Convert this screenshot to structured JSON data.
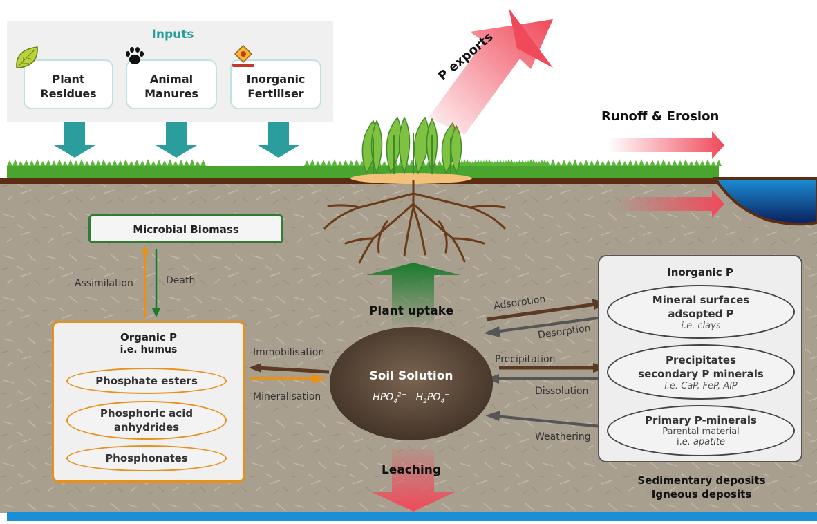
{
  "inputs": {
    "title": "Inputs",
    "items": [
      {
        "label": "Plant\nResidues",
        "icon": "leaf-icon"
      },
      {
        "label": "Animal\nManures",
        "icon": "paw-icon"
      },
      {
        "label": "Inorganic\nFertiliser",
        "icon": "fertiliser-icon"
      }
    ]
  },
  "exports": {
    "p_exports": "P exports",
    "runoff": "Runoff & Erosion"
  },
  "microbial": {
    "label": "Microbial Biomass",
    "assimilation": "Assimilation",
    "death": "Death"
  },
  "organic": {
    "title": "Organic P",
    "subtitle": "i.e. humus",
    "items": [
      "Phosphate esters",
      "Phosphoric acid\nanhydrides",
      "Phosphonates"
    ]
  },
  "solution": {
    "title": "Soil Solution",
    "ion1": "HPO",
    "ion1_sub": "4",
    "ion1_sup": "2−",
    "ion2": "H",
    "ion2_sub1": "2",
    "ion2_mid": "PO",
    "ion2_sub2": "4",
    "ion2_sup": "−"
  },
  "plant_uptake": "Plant uptake",
  "leaching": "Leaching",
  "flows": {
    "immobilisation": "Immobilisation",
    "mineralisation": "Mineralisation",
    "adsorption": "Adsorption",
    "desorption": "Desorption",
    "precipitation": "Precipitation",
    "dissolution": "Dissolution",
    "weathering": "Weathering"
  },
  "inorganic": {
    "title": "Inorganic P",
    "items": [
      {
        "title": "Mineral surfaces\nadsopted P",
        "note": "i.e. clays"
      },
      {
        "title": "Precipitates\nsecondary P minerals",
        "note": "i.e. CaP, FeP, AlP"
      },
      {
        "title": "Primary P-minerals",
        "sub": "Parental material",
        "note_prefix": "i.",
        "note_italic": "e. apatite"
      }
    ]
  },
  "deposits": {
    "line1": "Sedimentary deposits",
    "line2": "Igneous deposits"
  },
  "colors": {
    "teal": "#2a9d9c",
    "orange": "#e8901a",
    "green_box": "#2e7d32",
    "soil": "#a89e8c",
    "water": "#1a8fd6",
    "red_arrow": "#f0495a"
  }
}
